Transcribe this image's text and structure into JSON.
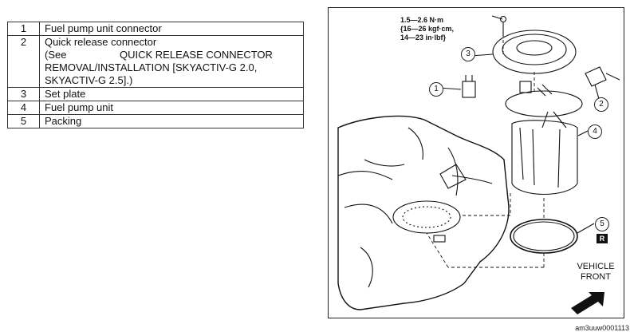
{
  "parts_table": {
    "rows": [
      {
        "num": "1",
        "lines": [
          "Fuel pump unit connector"
        ]
      },
      {
        "num": "2",
        "lines": [
          "Quick release connector",
          "(See",
          "QUICK RELEASE CONNECTOR",
          "REMOVAL/INSTALLATION [SKYACTIV-G 2.0,",
          "SKYACTIV-G 2.5].)"
        ]
      },
      {
        "num": "3",
        "lines": [
          "Set plate"
        ]
      },
      {
        "num": "4",
        "lines": [
          "Fuel pump unit"
        ]
      },
      {
        "num": "5",
        "lines": [
          "Packing"
        ]
      }
    ]
  },
  "figure": {
    "torque_spec": "1.5—2.6 N·m\n{16—26 kgf·cm,\n14—23 in·lbf}",
    "callouts": [
      "1",
      "2",
      "3",
      "4",
      "5"
    ],
    "r_badge": "R",
    "vehicle_front": [
      "VEHICLE",
      "FRONT"
    ],
    "image_code": "am3uuw0001113",
    "arrow_icon": "vehicle-front-arrow-icon"
  }
}
